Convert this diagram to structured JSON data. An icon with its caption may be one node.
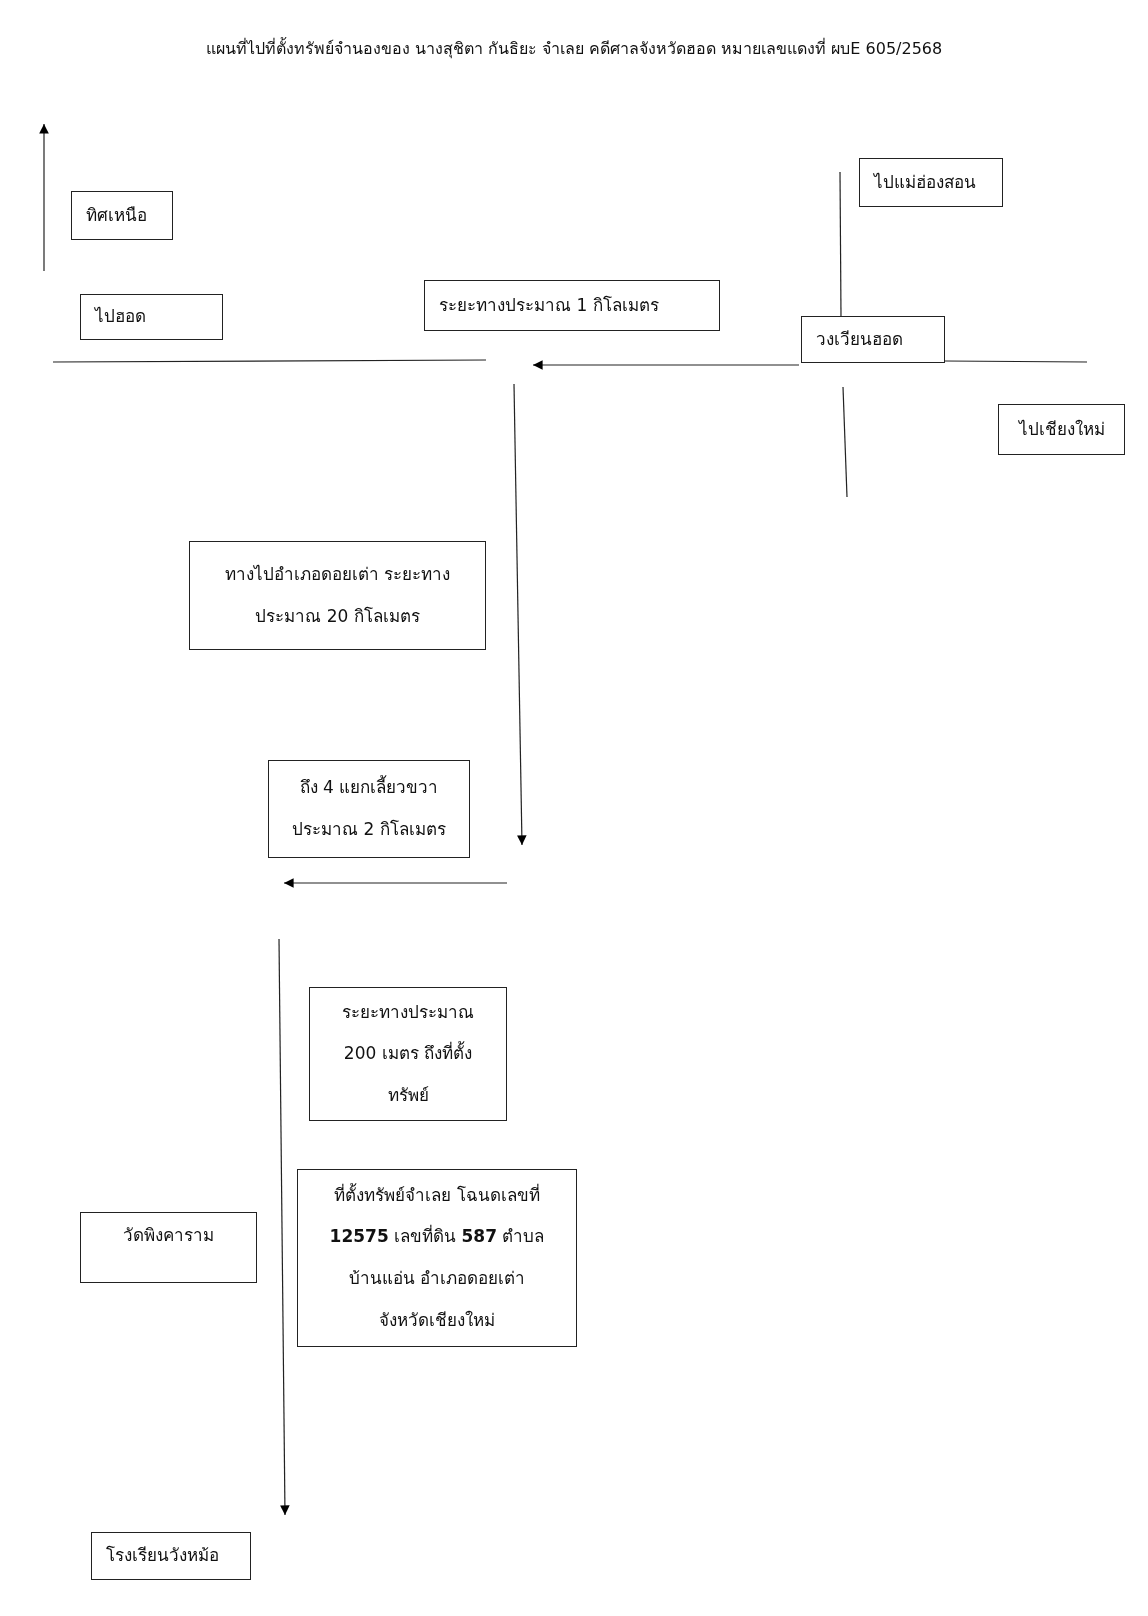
{
  "diagram": {
    "title": "แผนที่ไปที่ตั้งทรัพย์จำนองของ นางสุชิตา กันธิยะ จำเลย คดีศาลจังหวัดฮอด หมายเลขแดงที่ ผบE 605/2568",
    "nodes": [
      {
        "text": [
          "ทิศเหนือ"
        ]
      },
      {
        "text": [
          "ไปแม่ฮ่องสอน"
        ]
      },
      {
        "text": [
          "ไปฮอด"
        ]
      },
      {
        "text": [
          "ระยะทางประมาณ 1 กิโลเมตร"
        ]
      },
      {
        "text": [
          "วงเวียนฮอด"
        ]
      },
      {
        "text": [
          "ไปเชียงใหม่"
        ]
      },
      {
        "text": [
          "ทางไปอำเภอดอยเต่า ระยะทางประมาณ 20 กิโลเมตร"
        ]
      },
      {
        "text": [
          "ถึง 4 แยกเลี้ยวขวา ประมาณ 2 กิโลเมตร"
        ]
      },
      {
        "text": [
          "ระยะทางประมาณ 200 เมตร ถึงที่ตั้งทรัพย์"
        ]
      },
      {
        "text": [
          "ที่ตั้งทรัพย์จำเลย โฉนดเลขที่ **12575** เลขที่ดิน **587** ตำบลบ้านแอ่น อำเภอดอยเต่า จังหวัดเชียงใหม่"
        ]
      },
      {
        "text": [
          "วัดพิงคาราม"
        ]
      },
      {
        "text": [
          "โรงเรียนวังหม้อ"
        ]
      }
    ]
  }
}
